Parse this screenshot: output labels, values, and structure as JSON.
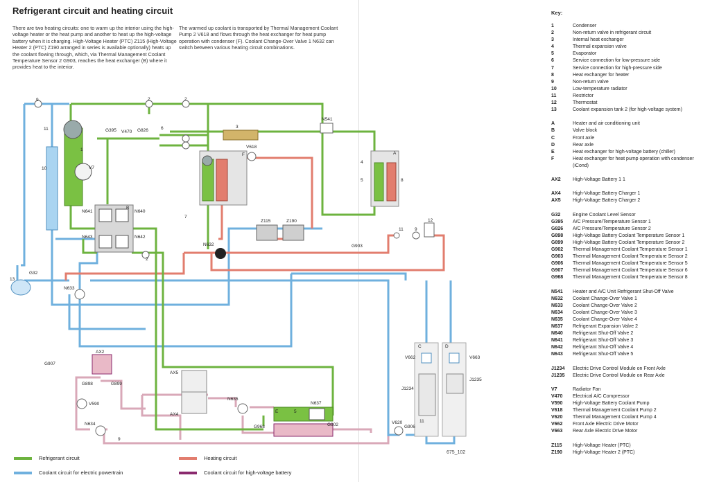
{
  "title": "Refrigerant circuit and heating circuit",
  "intro": {
    "left": "There are two heating circuits: one to warm up the interior using the high-voltage heater or the heat pump and another to heat up the high-voltage battery when it is charging. High-Voltage Heater (PTC) Z115 (High-Voltage Heater 2 (PTC) Z190 arranged in series is available optionally) heats up the coolant flowing through, which, via Thermal Management Coolant Temperature Sensor 2 G903, reaches the heat exchanger (B) where it provides heat to the interior.",
    "right": "The warmed up coolant is transported by Thermal Management Coolant Pump 2 V618 and flows through the heat exchanger for heat pump operation with condenser (F). Coolant Change-Over Valve 1 N632 can switch between various heating circuit combinations."
  },
  "key_title": "Key:",
  "key": [
    {
      "code": "1",
      "desc": "Condenser"
    },
    {
      "code": "2",
      "desc": "Non-return valve in refrigerant circuit"
    },
    {
      "code": "3",
      "desc": "Internal heat exchanger"
    },
    {
      "code": "4",
      "desc": "Thermal expansion valve"
    },
    {
      "code": "5",
      "desc": "Evaporator"
    },
    {
      "code": "6",
      "desc": "Service connection for low-pressure side"
    },
    {
      "code": "7",
      "desc": "Service connection for high-pressure side"
    },
    {
      "code": "8",
      "desc": "Heat exchanger for heater"
    },
    {
      "code": "9",
      "desc": "Non-return valve"
    },
    {
      "code": "10",
      "desc": "Low-temperature radiator"
    },
    {
      "code": "11",
      "desc": "Restrictor"
    },
    {
      "code": "12",
      "desc": "Thermostat"
    },
    {
      "code": "13",
      "desc": "Coolant expansion tank 2 (for high-voltage system)"
    },
    {
      "gap": true
    },
    {
      "code": "A",
      "desc": "Heater and air conditioning unit"
    },
    {
      "code": "B",
      "desc": "Valve block"
    },
    {
      "code": "C",
      "desc": "Front axle"
    },
    {
      "code": "D",
      "desc": "Rear axle"
    },
    {
      "code": "E",
      "desc": "Heat exchanger for high-voltage battery (chiller)"
    },
    {
      "code": "F",
      "desc": "Heat exchanger for heat pump operation with condenser"
    },
    {
      "code": "",
      "desc": "(iCond)"
    },
    {
      "gap": true
    },
    {
      "code": "AX2",
      "desc": "High-Voltage Battery 1 1"
    },
    {
      "gap": true
    },
    {
      "code": "AX4",
      "desc": "High-Voltage Battery Charger 1"
    },
    {
      "code": "AX5",
      "desc": "High-Voltage Battery Charger 2"
    },
    {
      "gap": true
    },
    {
      "code": "G32",
      "desc": "Engine Coolant Level Sensor"
    },
    {
      "code": "G395",
      "desc": "A/C Pressure/Temperature Sensor 1"
    },
    {
      "code": "G826",
      "desc": "A/C Pressure/Temperature Sensor 2"
    },
    {
      "code": "G898",
      "desc": "High-Voltage Battery Coolant Temperature Sensor 1"
    },
    {
      "code": "G899",
      "desc": "High-Voltage Battery Coolant Temperature Sensor 2"
    },
    {
      "code": "G902",
      "desc": "Thermal Management Coolant Temperature Sensor 1"
    },
    {
      "code": "G903",
      "desc": "Thermal Management Coolant Temperature Sensor 2"
    },
    {
      "code": "G906",
      "desc": "Thermal Management Coolant Temperature Sensor 5"
    },
    {
      "code": "G907",
      "desc": "Thermal Management Coolant Temperature Sensor 6"
    },
    {
      "code": "G968",
      "desc": "Thermal Management Coolant Temperature Sensor 8"
    },
    {
      "gap": true
    },
    {
      "code": "N541",
      "desc": "Heater and A/C Unit Refrigerant Shut-Off Valve"
    },
    {
      "code": "N632",
      "desc": "Coolant Change-Over Valve 1"
    },
    {
      "code": "N633",
      "desc": "Coolant Change-Over Valve 2"
    },
    {
      "code": "N634",
      "desc": "Coolant Change-Over Valve 3"
    },
    {
      "code": "N635",
      "desc": "Coolant Change-Over Valve 4"
    },
    {
      "code": "N637",
      "desc": "Refrigerant Expansion Valve 2"
    },
    {
      "code": "N640",
      "desc": "Refrigerant Shut-Off Valve 2"
    },
    {
      "code": "N641",
      "desc": "Refrigerant Shut-Off Valve 3"
    },
    {
      "code": "N642",
      "desc": "Refrigerant Shut-Off Valve 4"
    },
    {
      "code": "N643",
      "desc": "Refrigerant Shut-Off Valve 5"
    },
    {
      "gap": true
    },
    {
      "code": "J1234",
      "desc": "Electric Drive Control Module on Front Axle"
    },
    {
      "code": "J1235",
      "desc": "Electric Drive Control Module on Rear Axle"
    },
    {
      "gap": true
    },
    {
      "code": "V7",
      "desc": "Radiator Fan"
    },
    {
      "code": "V470",
      "desc": "Electrical A/C Compressor"
    },
    {
      "code": "V590",
      "desc": "High-Voltage Battery Coolant Pump"
    },
    {
      "code": "V618",
      "desc": "Thermal Management Coolant Pump 2"
    },
    {
      "code": "V620",
      "desc": "Thermal Management Coolant Pump 4"
    },
    {
      "code": "V662",
      "desc": "Front Axle Electric Drive Motor"
    },
    {
      "code": "V663",
      "desc": "Rear Axle Electric Drive Motor"
    },
    {
      "gap": true
    },
    {
      "code": "Z115",
      "desc": "High-Voltage Heater (PTC)"
    },
    {
      "code": "Z190",
      "desc": "High-Voltage Heater 2 (PTC)"
    }
  ],
  "legend": [
    {
      "label": "Refrigerant circuit",
      "color": "#6db33f"
    },
    {
      "label": "Coolant circuit for electric powertrain",
      "color": "#6fb0de"
    },
    {
      "label": "Heating circuit",
      "color": "#e27d6e"
    },
    {
      "label": "Coolant circuit for high-voltage battery",
      "color": "#8a2a6e"
    }
  ],
  "figure_no": "675_102",
  "labels": {
    "n1": "1",
    "n2a": "2",
    "n2b": "2",
    "n2c": "2",
    "n3": "3",
    "n4": "4",
    "n5": "5",
    "n6": "6",
    "n7": "7",
    "n8": "8",
    "n9a": "9",
    "n9b": "9",
    "n9c": "9",
    "n10": "10",
    "n11a": "11",
    "n11b": "11",
    "n11c": "11",
    "n12": "12",
    "n13": "13",
    "A": "A",
    "B": "B",
    "C": "C",
    "D": "D",
    "E": "E",
    "F": "F",
    "E5": "5",
    "V7": "V7",
    "V470": "V470",
    "G395": "G395",
    "G826": "G826",
    "N541": "N541",
    "V618": "V618",
    "N641": "N641",
    "N640": "N640",
    "N643": "N643",
    "N642": "N642",
    "N632": "N632",
    "Z115": "Z115",
    "Z190": "Z190",
    "G903": "G903",
    "G32": "G32",
    "N633": "N633",
    "AX2": "AX2",
    "G907": "G907",
    "G898": "G898",
    "G899": "G899",
    "V590": "V590",
    "N634": "N634",
    "AX5": "AX5",
    "AX4": "AX4",
    "N635": "N635",
    "N637": "N637",
    "G968": "G968",
    "G902": "G902",
    "V620": "V620",
    "G906": "G906",
    "V662": "V662",
    "V663": "V663",
    "J1234": "J1234",
    "J1235": "J1235"
  }
}
